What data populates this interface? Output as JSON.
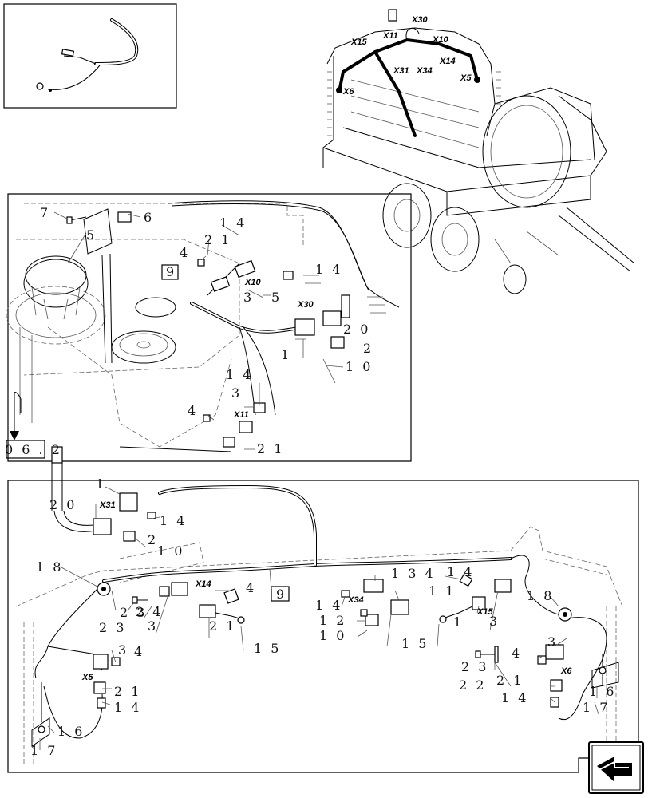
{
  "labels": {
    "top_machine": {
      "x15": "X15",
      "x11": "X11",
      "x30": "X30",
      "x10": "X10",
      "x14": "X14",
      "x31": "X31",
      "x34": "X34",
      "x5": "X5",
      "x6": "X6"
    },
    "middle": {
      "n7": "7",
      "n6": "6",
      "n5": "5",
      "n14a": "1 4",
      "n21a": "2 1",
      "n4a": "4",
      "ref9": "9",
      "x10": "X10",
      "n3a": "3",
      "n5b": "5",
      "n14b": "1 4",
      "x30": "X30",
      "n20": "2 0",
      "n2": "2",
      "n1": "1",
      "n10": "1 0",
      "n14c": "1 4",
      "n3b": "3",
      "n4b": "4",
      "x11": "X11",
      "n21b": "2 1",
      "ref062": "0 6 . 2"
    },
    "bottom": {
      "n1": "1",
      "x31": "X31",
      "n20": "2 0",
      "n14a": "1 4",
      "n2a": "2",
      "n10a": "1 0",
      "n18a": "1 8",
      "n23a": "2 3",
      "n24": "2 4",
      "n3a": "3",
      "x14": "X14",
      "n4a": "4",
      "n21a": "2 1",
      "n15a": "1 5",
      "ref9": "9",
      "n14b": "1 4",
      "x34": "X34",
      "n134": "1 3 4",
      "n14c": "1 4",
      "n11": "1 1",
      "x15": "X15",
      "n12": "1 2",
      "n10b": "1 0",
      "n1b": "1",
      "n15b": "1 5",
      "n3b": "3",
      "n18b": "1 8",
      "n3c": "3",
      "n4b": "4",
      "x5": "X5",
      "n21b": "2 1",
      "n14d": "1 4",
      "n16a": "1 6",
      "n17a": "1 7",
      "n23b": "2 3",
      "n4c": "4",
      "n3d": "3",
      "x6": "X6",
      "n22": "2 2",
      "n21c": "2 1",
      "n14e": "1 4",
      "n17b": "1 7",
      "n16b": "1 6"
    }
  },
  "icons": {
    "nav": "next-page-arrow-icon"
  }
}
